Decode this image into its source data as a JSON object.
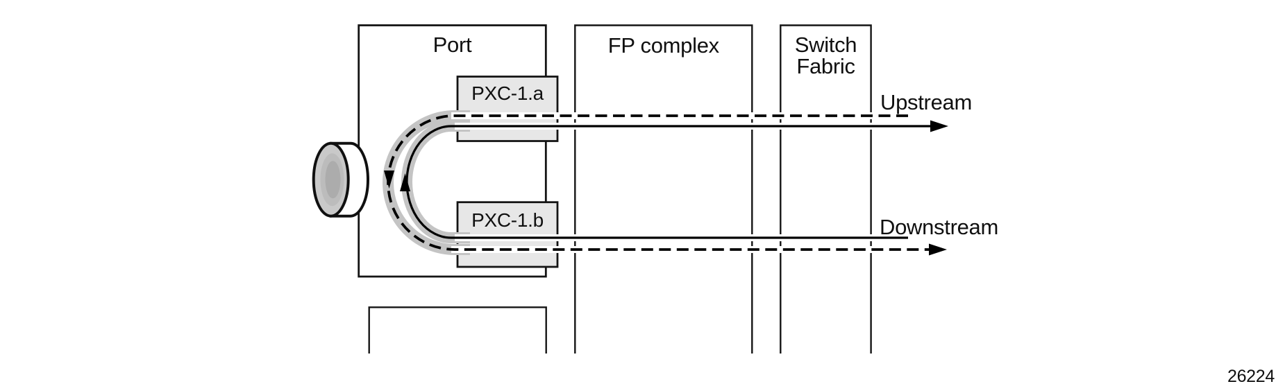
{
  "diagram": {
    "port_box": {
      "label": "Port"
    },
    "pxc_a": {
      "label": "PXC-1.a"
    },
    "pxc_b": {
      "label": "PXC-1.b"
    },
    "fp_complex_box": {
      "label": "FP complex"
    },
    "switch_fabric_box": {
      "label_line_1": "Switch",
      "label_line_2": "Fabric"
    },
    "upstream_label": "Upstream",
    "downstream_label": "Downstream",
    "figure_number": "26224",
    "colors": {
      "background": "#ffffff",
      "outline": "#141414",
      "box_fill": "#e7e7e7",
      "cable_halo": "#c4c4c4",
      "casing": "#ffffff",
      "line": "#000000",
      "connector_face": "#c9c9c9",
      "connector_ring": "#bcbcbc",
      "connector_core": "#acacac"
    }
  }
}
